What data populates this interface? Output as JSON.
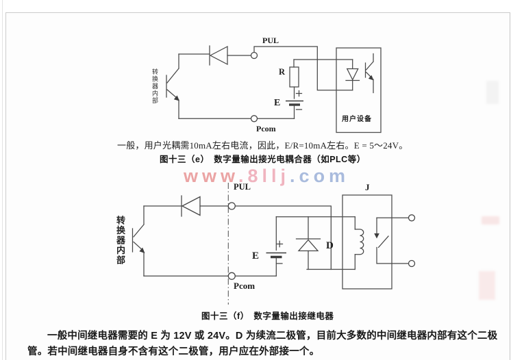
{
  "watermark": {
    "part1": "www",
    "part2": ".8llj",
    "part3": ".com",
    "color1": "#e58787",
    "color2": "#ec9cab",
    "color3": "#8da6d3"
  },
  "figure_e": {
    "labels": {
      "pul": "PUL",
      "pcom": "Pcom",
      "resistor": "R",
      "battery": "E",
      "plusminus_plus": "+",
      "plusminus_minus": "−",
      "converter_internal": "转换器内部",
      "user_device": "用户设备"
    },
    "note": "一般，用户光耦需10mA左右电流，因此，E/R=10mA左右。E = 5～24V。",
    "caption": "图十三（e）　数字量输出接光电耦合器（如PLC等）"
  },
  "figure_f": {
    "labels": {
      "pul": "PUL",
      "pcom": "Pcom",
      "battery": "E",
      "diode": "D",
      "relay": "J",
      "converter_internal": "转换器内部"
    },
    "caption": "图十三（f）　数字量输出接继电器"
  },
  "body_text": "一般中间继电器需要的 E 为 12V 或 24V。D 为续流二极管，目前大多数的中间继电器内部有这个二极管。若中间继电器自身不含有这个二极管，用户应在外部接一个。"
}
